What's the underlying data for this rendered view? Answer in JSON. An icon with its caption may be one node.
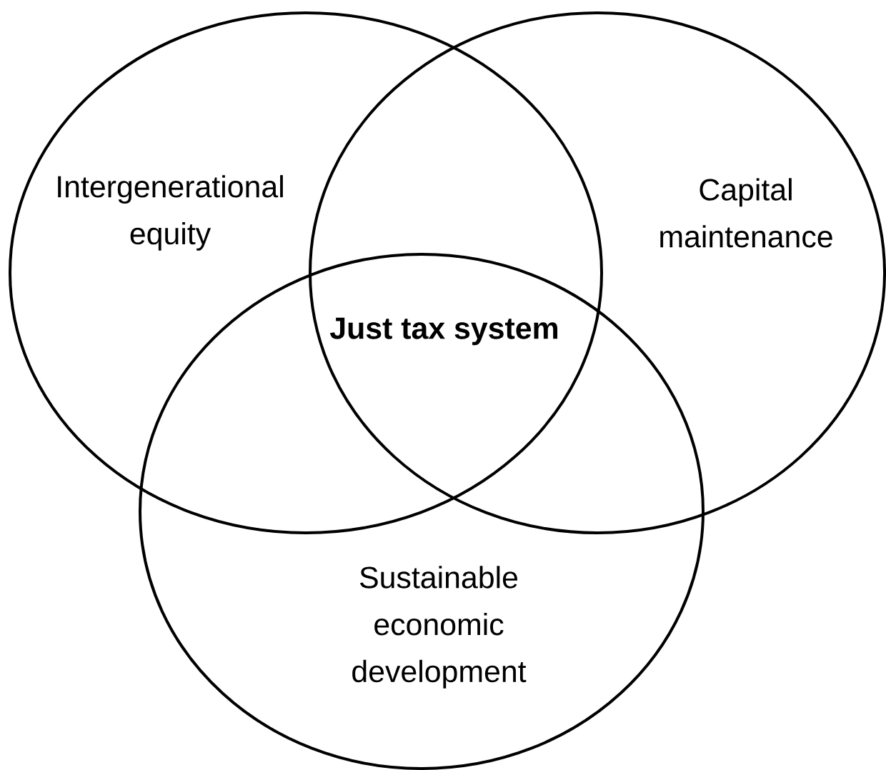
{
  "diagram": {
    "nodes": [
      {
        "text": [
          "Intergenerational equity"
        ]
      },
      {
        "text": [
          "Capital maintenance"
        ]
      },
      {
        "text": [
          "Sustainable economic development"
        ]
      }
    ],
    "labels": [
      "Just tax system"
    ]
  }
}
